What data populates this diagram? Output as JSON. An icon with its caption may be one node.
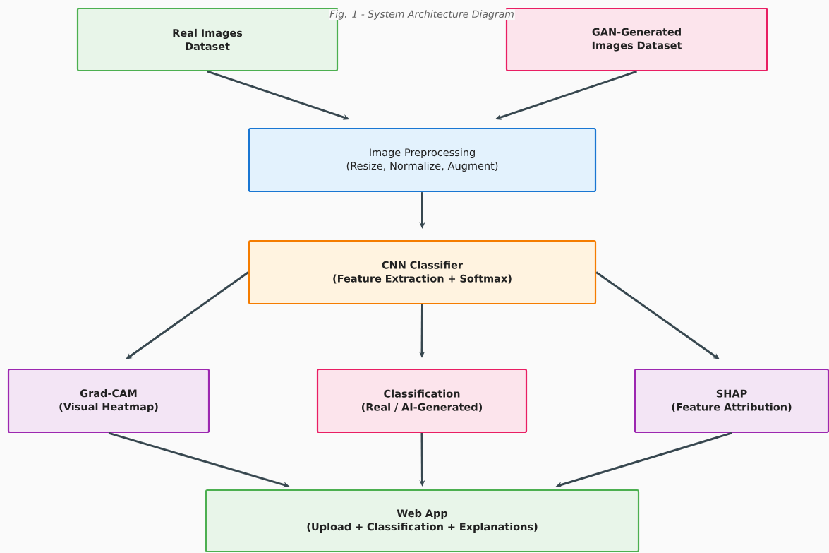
{
  "diagram": {
    "caption": "Fig. 1 - System Architecture Diagram",
    "nodes": [
      {
        "text": [
          "Real Images Dataset"
        ]
      },
      {
        "text": [
          "GAN-Generated Images Dataset"
        ]
      },
      {
        "text": [
          "Image Preprocessing",
          "(Resize, Normalize, Augment)"
        ]
      },
      {
        "text": [
          "CNN Classifier",
          "(Feature Extraction + Softmax)"
        ]
      },
      {
        "text": [
          "Grad-CAM",
          "(Visual Heatmap)"
        ]
      },
      {
        "text": [
          "Classification",
          "(Real / AI-Generated)"
        ]
      },
      {
        "text": [
          "SHAP",
          "(Feature Attribution)"
        ]
      },
      {
        "text": [
          "Web App",
          "(Upload + Classification + Explanations)"
        ]
      }
    ],
    "edges": [
      {
        "from": 0,
        "to": 2,
        "arrow": "to"
      },
      {
        "from": 1,
        "to": 2,
        "arrow": "to"
      },
      {
        "from": 2,
        "to": 3,
        "arrow": "to"
      },
      {
        "from": 3,
        "to": 4,
        "arrow": "to"
      },
      {
        "from": 3,
        "to": 5,
        "arrow": "to"
      },
      {
        "from": 3,
        "to": 6,
        "arrow": "to"
      },
      {
        "from": 4,
        "to": 7,
        "arrow": "to"
      },
      {
        "from": 5,
        "to": 7,
        "arrow": "to"
      },
      {
        "from": 6,
        "to": 7,
        "arrow": "to"
      }
    ]
  }
}
